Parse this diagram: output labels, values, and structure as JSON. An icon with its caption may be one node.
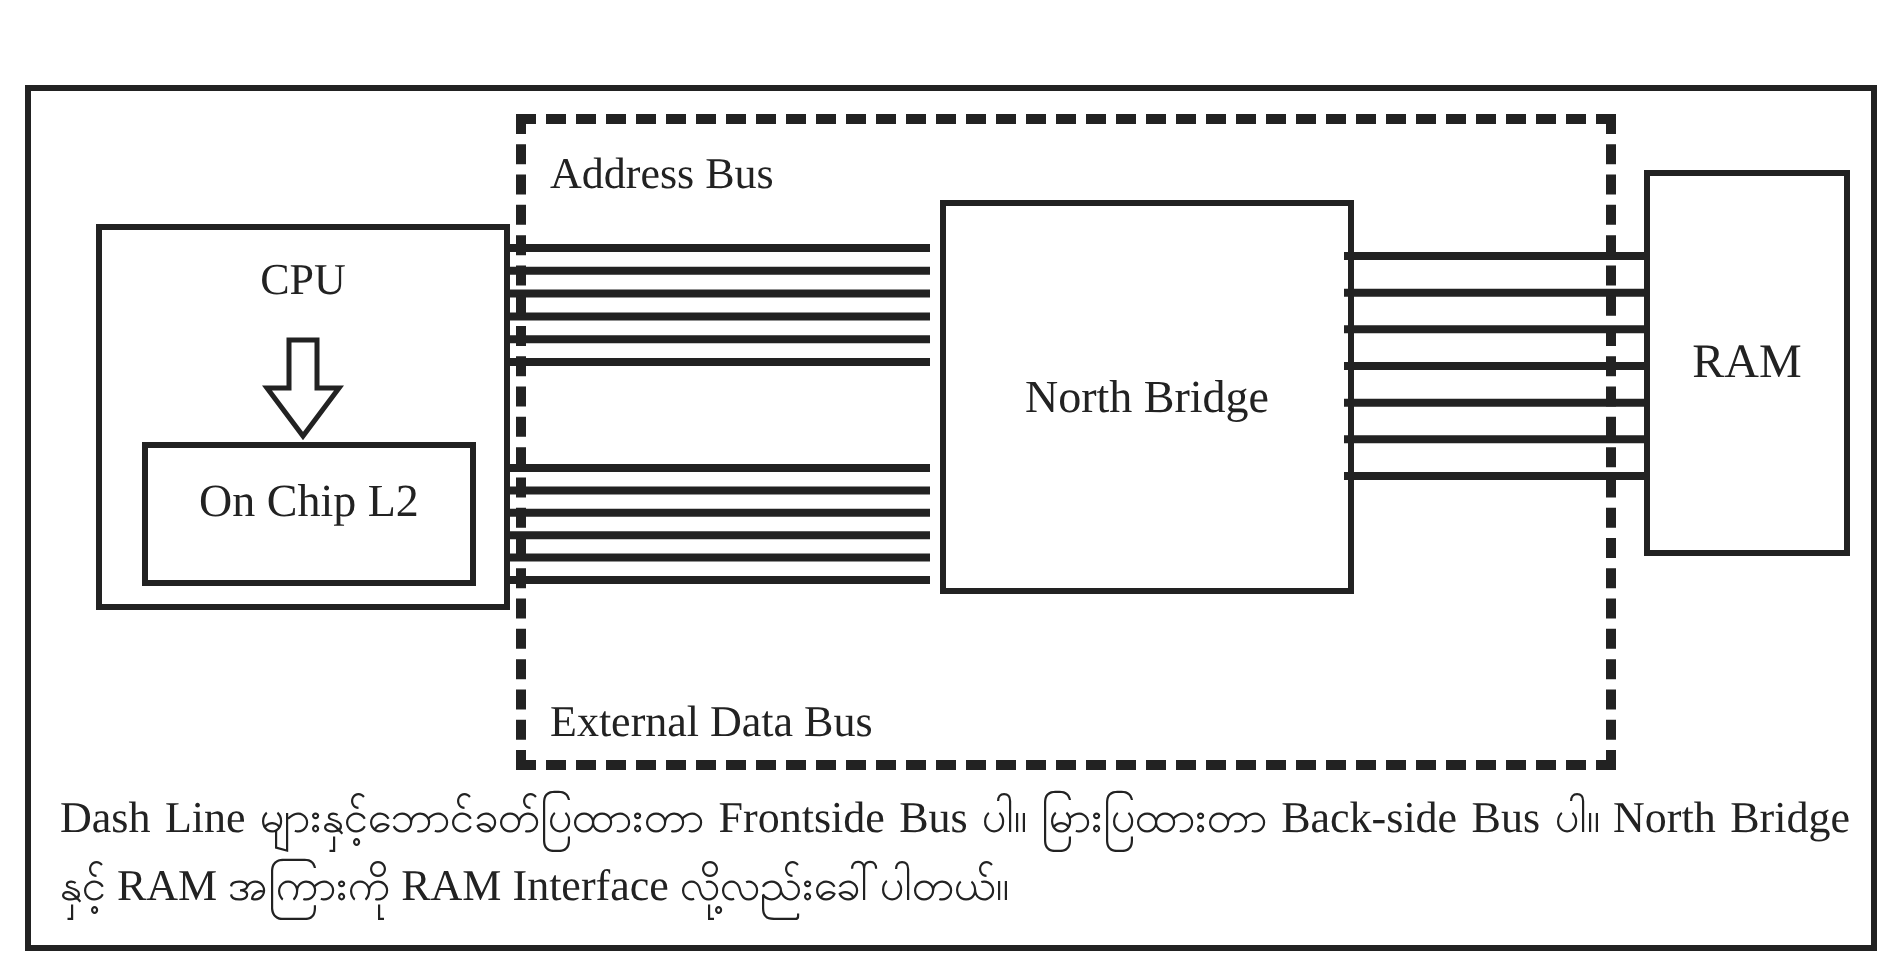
{
  "diagram": {
    "caption": "Dash Line များနှင့်ဘောင်ခတ်ပြထားတာ Frontside Bus ပါ။ မြားပြထားတာ Back-side Bus ပါ။ North Bridge နှင့် RAM အကြားကို RAM Interface လို့လည်းခေါ်ပါတယ်။",
    "nodes": [
      {
        "text": [
          "Address Bus",
          "External Data Bus"
        ]
      },
      {
        "text": [
          "CPU"
        ]
      },
      {
        "text": [
          "On Chip L2"
        ],
        "in": 1
      },
      {
        "text": [
          "North Bridge"
        ],
        "in": 0
      },
      {
        "text": [
          "RAM"
        ]
      }
    ],
    "edges": [
      {
        "from": 1,
        "to": 2,
        "arrow": "to"
      },
      {
        "from": 1,
        "to": 3,
        "arrow": "none"
      },
      {
        "from": 1,
        "to": 3,
        "arrow": "none"
      },
      {
        "from": 1,
        "to": 3,
        "arrow": "none"
      },
      {
        "from": 1,
        "to": 3,
        "arrow": "none"
      },
      {
        "from": 1,
        "to": 3,
        "arrow": "none"
      },
      {
        "from": 1,
        "to": 3,
        "arrow": "none"
      },
      {
        "from": 1,
        "to": 3,
        "arrow": "none"
      },
      {
        "from": 1,
        "to": 3,
        "arrow": "none"
      },
      {
        "from": 1,
        "to": 3,
        "arrow": "none"
      },
      {
        "from": 1,
        "to": 3,
        "arrow": "none"
      },
      {
        "from": 1,
        "to": 3,
        "arrow": "none"
      },
      {
        "from": 1,
        "to": 3,
        "arrow": "none"
      },
      {
        "from": 3,
        "to": 4,
        "arrow": "none"
      },
      {
        "from": 3,
        "to": 4,
        "arrow": "none"
      },
      {
        "from": 3,
        "to": 4,
        "arrow": "none"
      },
      {
        "from": 3,
        "to": 4,
        "arrow": "none"
      },
      {
        "from": 3,
        "to": 4,
        "arrow": "none"
      },
      {
        "from": 3,
        "to": 4,
        "arrow": "none"
      },
      {
        "from": 3,
        "to": 4,
        "arrow": "none"
      }
    ]
  }
}
